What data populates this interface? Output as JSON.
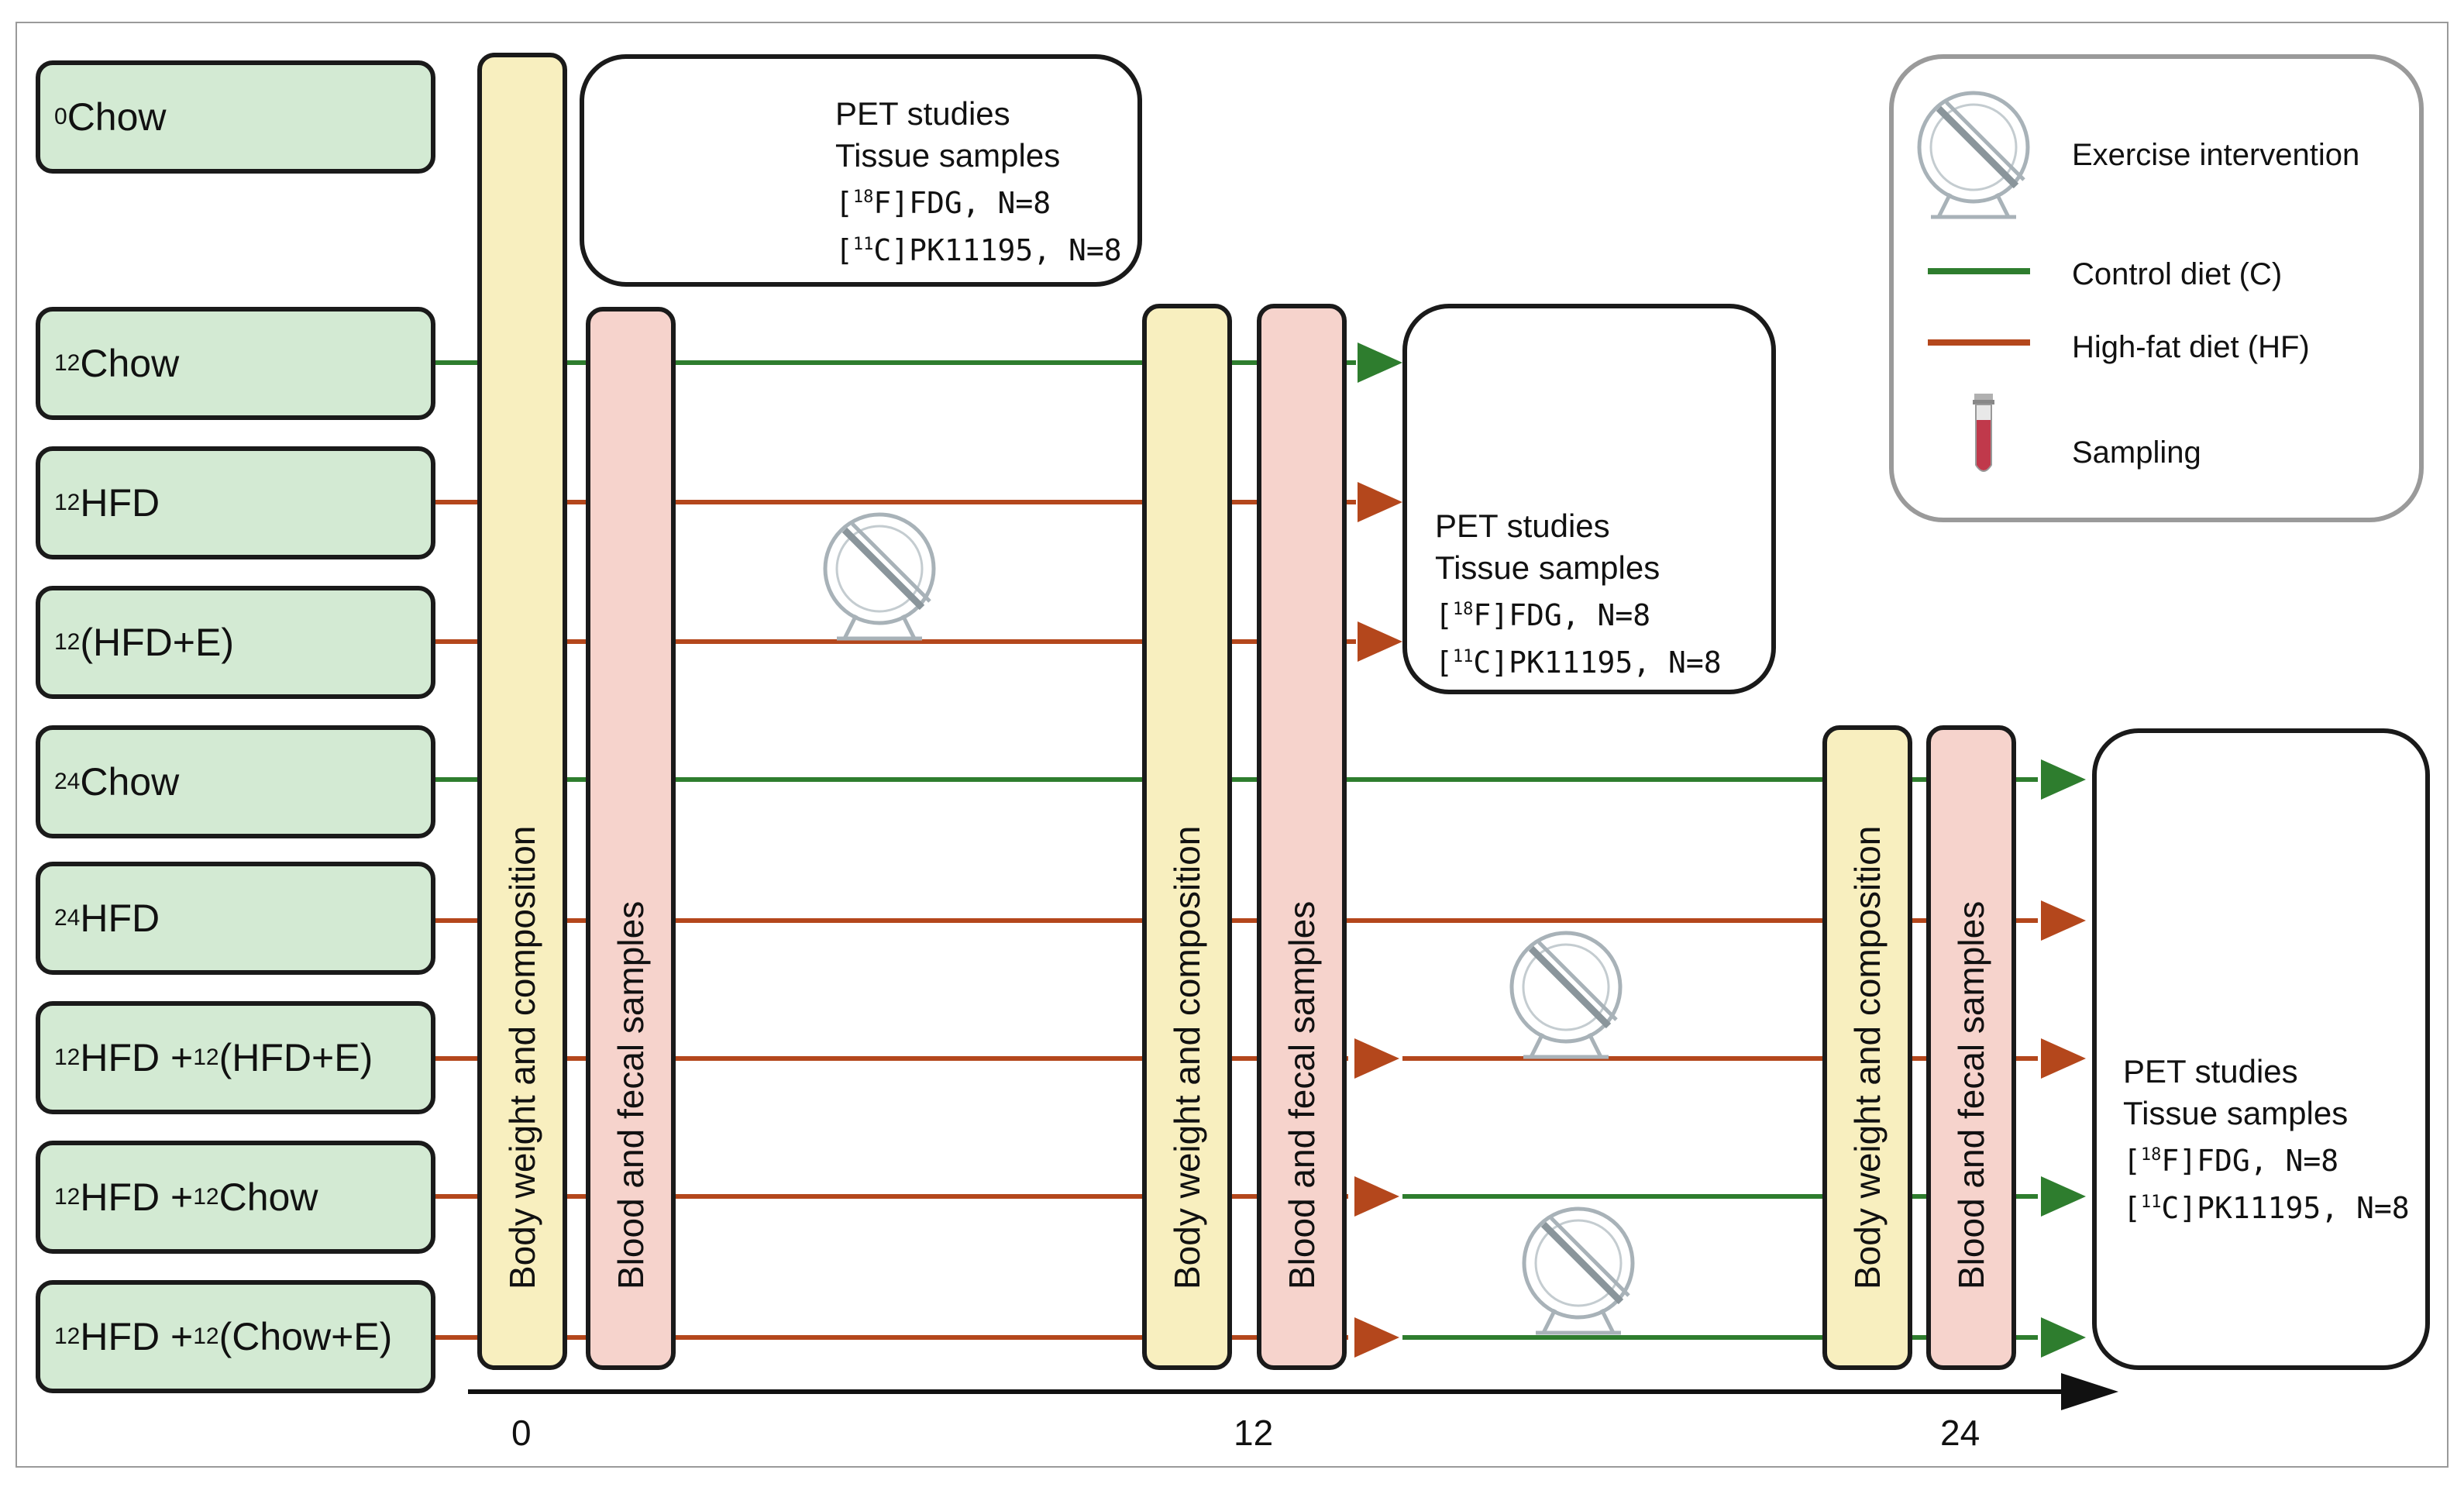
{
  "groups": [
    {
      "sup": "0",
      "name": "Chow"
    },
    {
      "sup": "12",
      "name": "Chow"
    },
    {
      "sup": "12",
      "name": "HFD"
    },
    {
      "sup": "12",
      "name": "(HFD+E)"
    },
    {
      "sup": "24",
      "name": "Chow"
    },
    {
      "sup": "24",
      "name": "HFD"
    },
    {
      "sup": "12",
      "name": "HFD +",
      "sup2": "12",
      "name2": "(HFD+E)"
    },
    {
      "sup": "12",
      "name": "HFD +",
      "sup2": "12",
      "name2": "Chow"
    },
    {
      "sup": "12",
      "name": "HFD +",
      "sup2": "12",
      "name2": "(Chow+E)"
    }
  ],
  "bars": {
    "body_weight": "Body weight and composition",
    "blood_fecal": "Blood and fecal samples"
  },
  "pet_box": {
    "line1": "PET studies",
    "line2": "Tissue samples",
    "fdg_sup": "18",
    "fdg": "F]FDG, N=8",
    "pk_sup": "11",
    "pk": "C]PK11195, N=8"
  },
  "legend": {
    "exercise": "Exercise intervention",
    "control": "Control diet (C)",
    "highfat": "High-fat diet (HF)",
    "sampling": "Sampling"
  },
  "axis": {
    "ticks": [
      "0",
      "12",
      "24"
    ]
  },
  "colors": {
    "control_diet": "#2e7d2e",
    "high_fat_diet": "#b4471c",
    "group_fill": "#d3ead3",
    "body_weight_bar": "#f8efbf",
    "blood_fecal_bar": "#f6d3cc",
    "tube": "#c0394b"
  },
  "icons": [
    "pet-scanner-icon",
    "exercise-wheel-icon",
    "blood-tube-icon"
  ]
}
